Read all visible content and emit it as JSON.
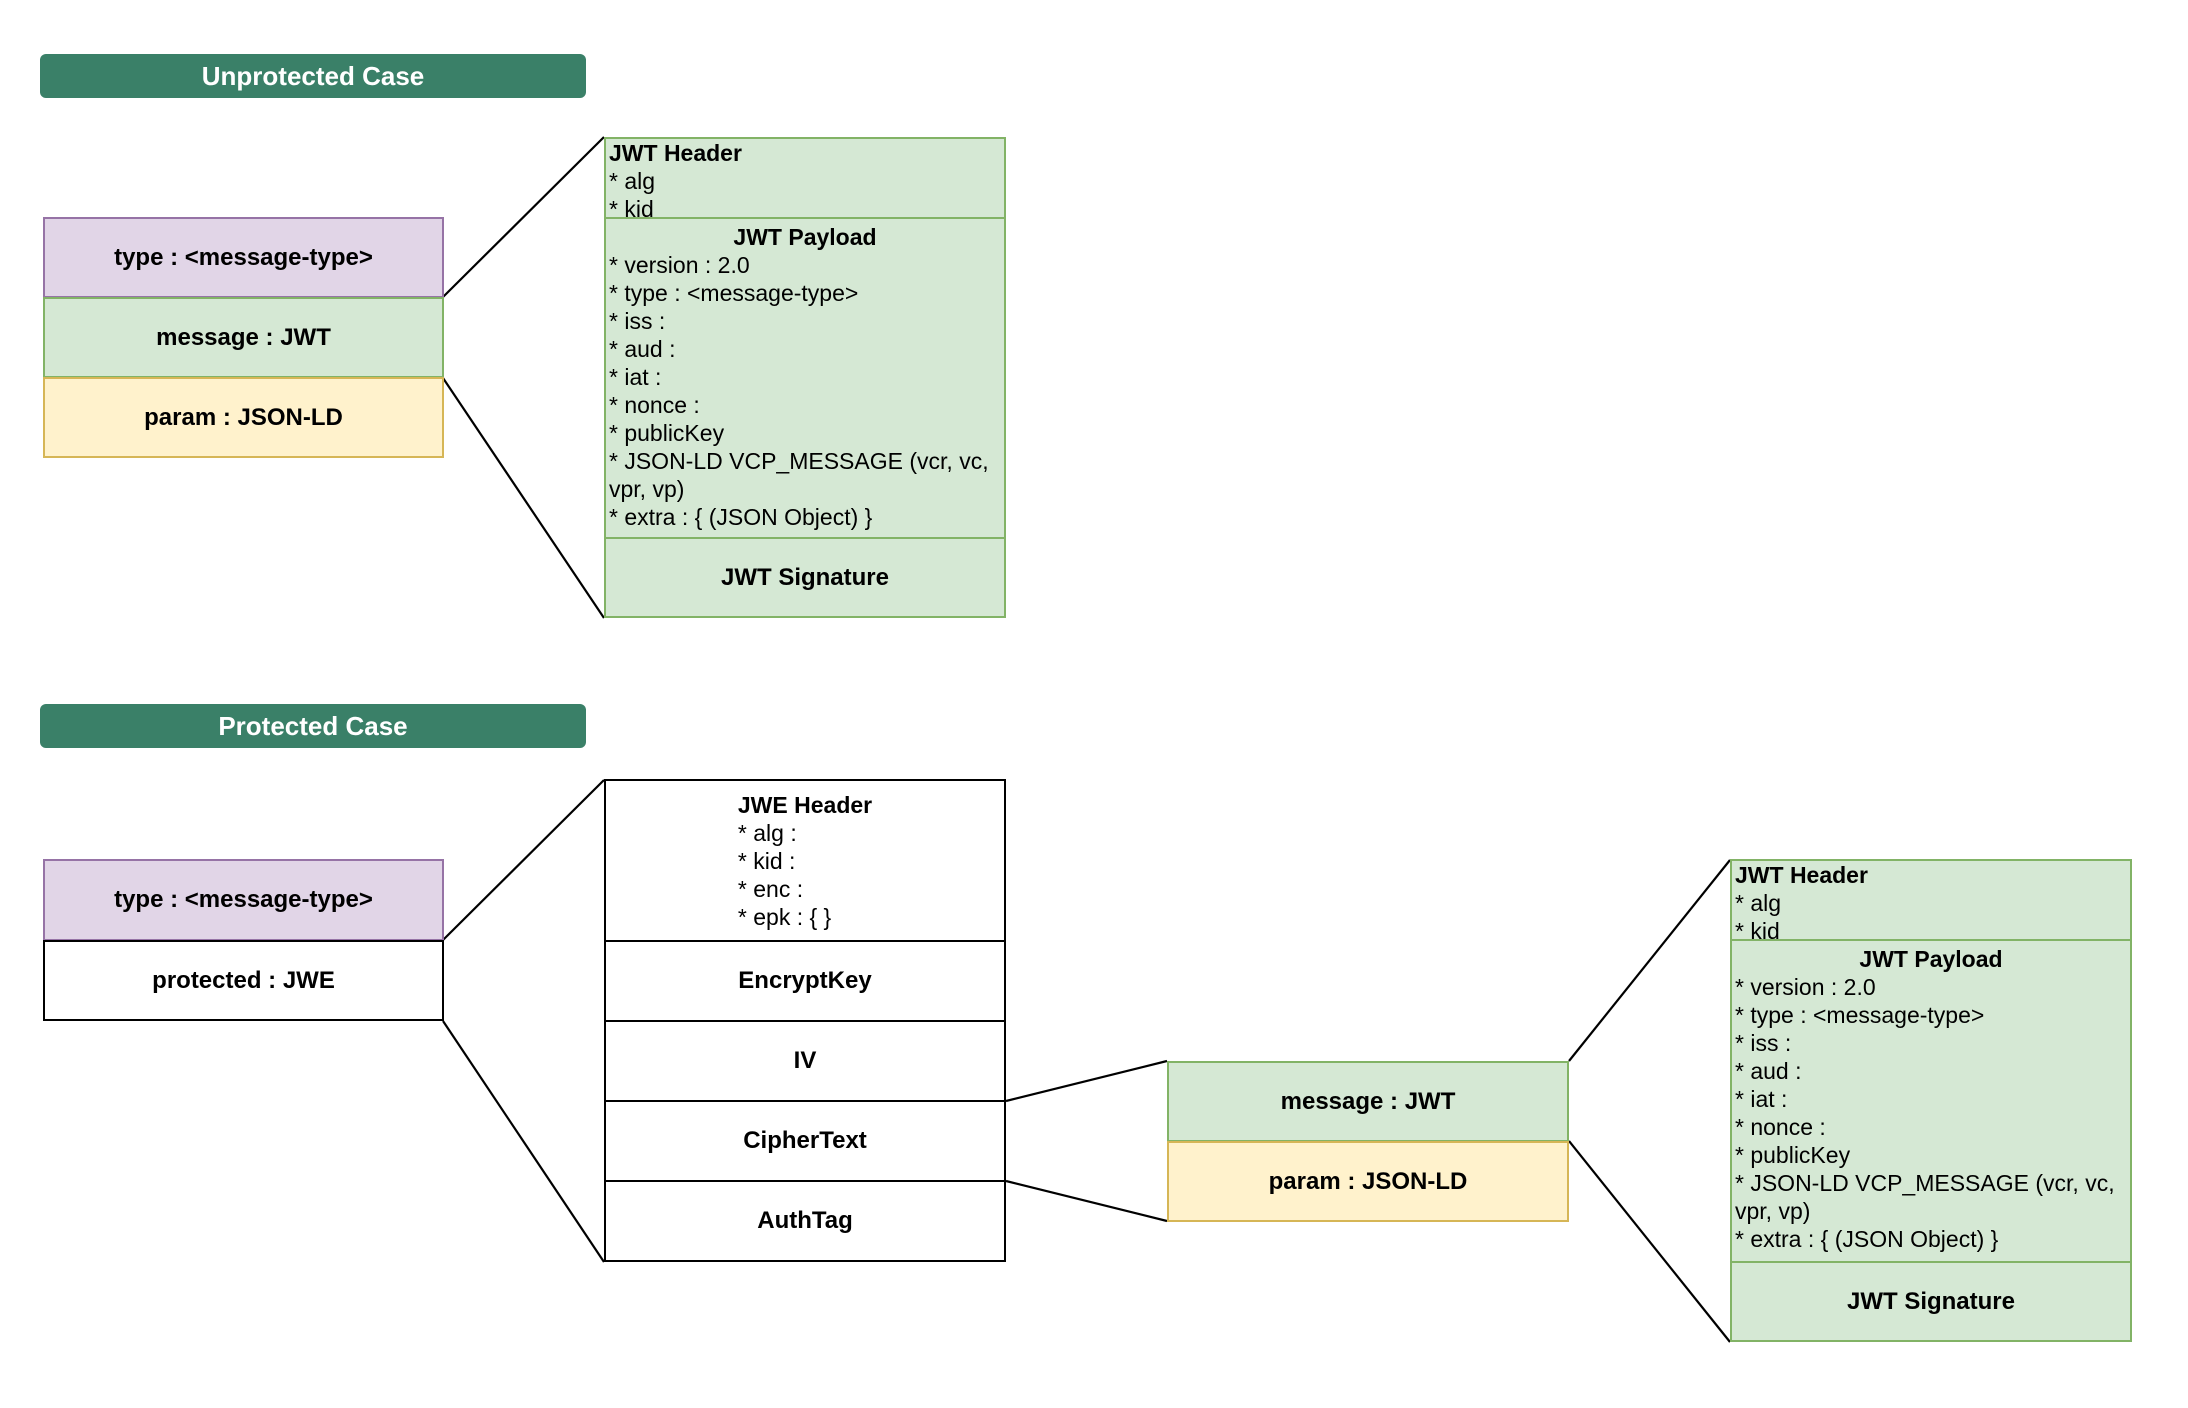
{
  "unprotected": {
    "banner": "Unprotected Case",
    "type_cell": "type : <message-type>",
    "message_cell": "message : JWT",
    "param_cell": "param : JSON-LD"
  },
  "jwt": {
    "header_title": "JWT Header",
    "header_items": "* alg\n* kid",
    "payload_title": "JWT Payload",
    "payload_items": "* version : 2.0\n* type : <message-type>\n* iss :\n* aud :\n* iat :\n* nonce :\n* publicKey\n* JSON-LD VCP_MESSAGE (vcr, vc, vpr, vp)\n* extra : { (JSON Object) }",
    "signature": "JWT Signature"
  },
  "protected": {
    "banner": "Protected Case",
    "type_cell": "type : <message-type>",
    "protected_cell": "protected : JWE"
  },
  "jwe": {
    "header_title": "JWE Header",
    "header_items": "* alg :\n* kid :\n* enc :\n* epk : { }",
    "encrypt_key": "EncryptKey",
    "iv": "IV",
    "cipher_text": "CipherText",
    "auth_tag": "AuthTag"
  },
  "inner": {
    "message_cell": "message : JWT",
    "param_cell": "param : JSON-LD"
  }
}
